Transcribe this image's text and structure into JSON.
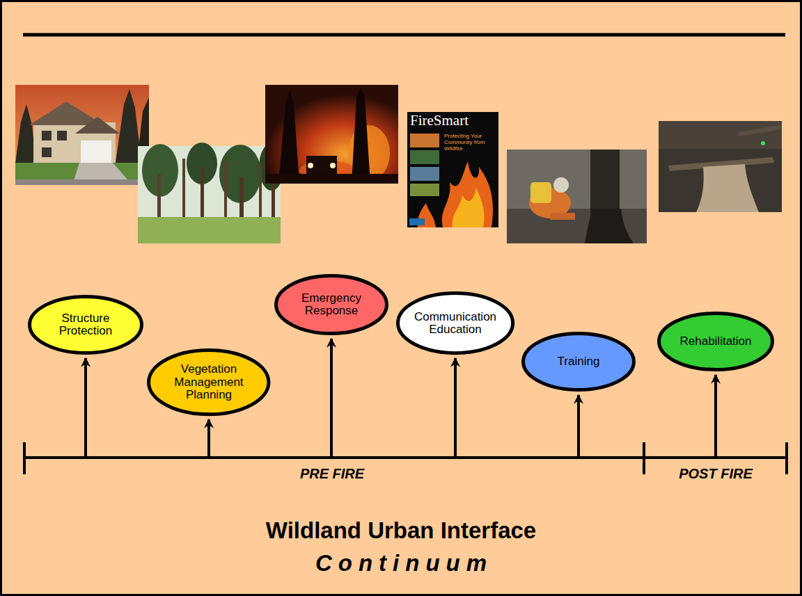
{
  "diagram": {
    "title": "Wildland Urban Interface",
    "caption": "Continuum",
    "nodes": [
      {
        "text": [
          "Structure Protection"
        ]
      },
      {
        "text": [
          "Vegetation Management Planning"
        ]
      },
      {
        "text": [
          "Emergency Response"
        ]
      },
      {
        "text": [
          "Communication Education"
        ]
      },
      {
        "text": [
          "Training"
        ]
      },
      {
        "text": [
          "Rehabilitation"
        ]
      }
    ],
    "labels": [
      "FireSmart",
      "Protecting Your Community from Wildfire",
      "PRE FIRE",
      "POST FIRE"
    ]
  }
}
